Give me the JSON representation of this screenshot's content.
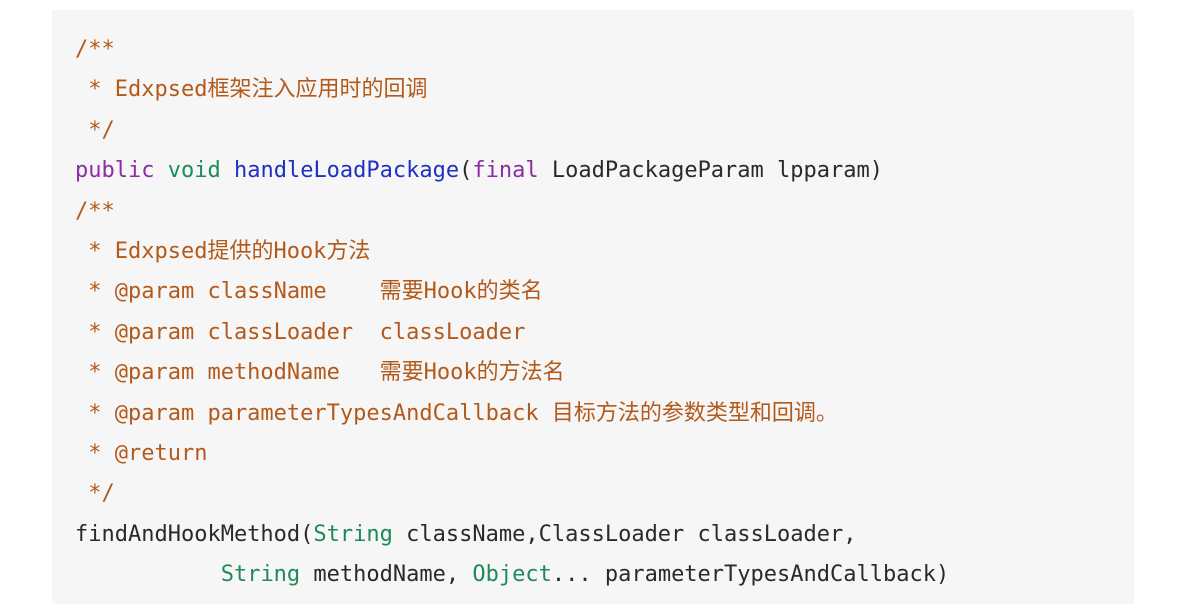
{
  "lines": [
    {
      "tokens": [
        {
          "text": "/**",
          "kind": "comment"
        }
      ]
    },
    {
      "tokens": [
        {
          "text": " * Edxpsed框架注入应用时的回调",
          "kind": "comment"
        }
      ]
    },
    {
      "tokens": [
        {
          "text": " */",
          "kind": "comment"
        }
      ]
    },
    {
      "tokens": [
        {
          "text": "public",
          "kind": "keyword"
        },
        {
          "text": " ",
          "kind": "plain"
        },
        {
          "text": "void",
          "kind": "type"
        },
        {
          "text": " ",
          "kind": "plain"
        },
        {
          "text": "handleLoadPackage",
          "kind": "func"
        },
        {
          "text": "(",
          "kind": "plain"
        },
        {
          "text": "final",
          "kind": "keyword"
        },
        {
          "text": " LoadPackageParam lpparam)",
          "kind": "plain"
        }
      ]
    },
    {
      "tokens": [
        {
          "text": "/**",
          "kind": "comment"
        }
      ]
    },
    {
      "tokens": [
        {
          "text": " * Edxpsed提供的Hook方法",
          "kind": "comment"
        }
      ]
    },
    {
      "tokens": [
        {
          "text": " * @param className    需要Hook的类名",
          "kind": "comment"
        }
      ]
    },
    {
      "tokens": [
        {
          "text": " * @param classLoader  classLoader",
          "kind": "comment"
        }
      ]
    },
    {
      "tokens": [
        {
          "text": " * @param methodName   需要Hook的方法名",
          "kind": "comment"
        }
      ]
    },
    {
      "tokens": [
        {
          "text": " * @param parameterTypesAndCallback 目标方法的参数类型和回调。",
          "kind": "comment"
        }
      ]
    },
    {
      "tokens": [
        {
          "text": " * @return",
          "kind": "comment"
        }
      ]
    },
    {
      "tokens": [
        {
          "text": " */",
          "kind": "comment"
        }
      ]
    },
    {
      "tokens": [
        {
          "text": "findAndHookMethod(",
          "kind": "plain"
        },
        {
          "text": "String",
          "kind": "type"
        },
        {
          "text": " className,ClassLoader classLoader,",
          "kind": "plain"
        }
      ]
    },
    {
      "tokens": [
        {
          "text": "           ",
          "kind": "plain"
        },
        {
          "text": "String",
          "kind": "type"
        },
        {
          "text": " methodName, ",
          "kind": "plain"
        },
        {
          "text": "Object",
          "kind": "type"
        },
        {
          "text": "... parameterTypesAndCallback)",
          "kind": "plain"
        }
      ]
    }
  ],
  "colors": {
    "comment": "#b35a1a",
    "keyword": "#8a2ea0",
    "type": "#1e8a5a",
    "func": "#2030c0",
    "plain": "#2a2a2a",
    "background": "#f6f6f6"
  }
}
